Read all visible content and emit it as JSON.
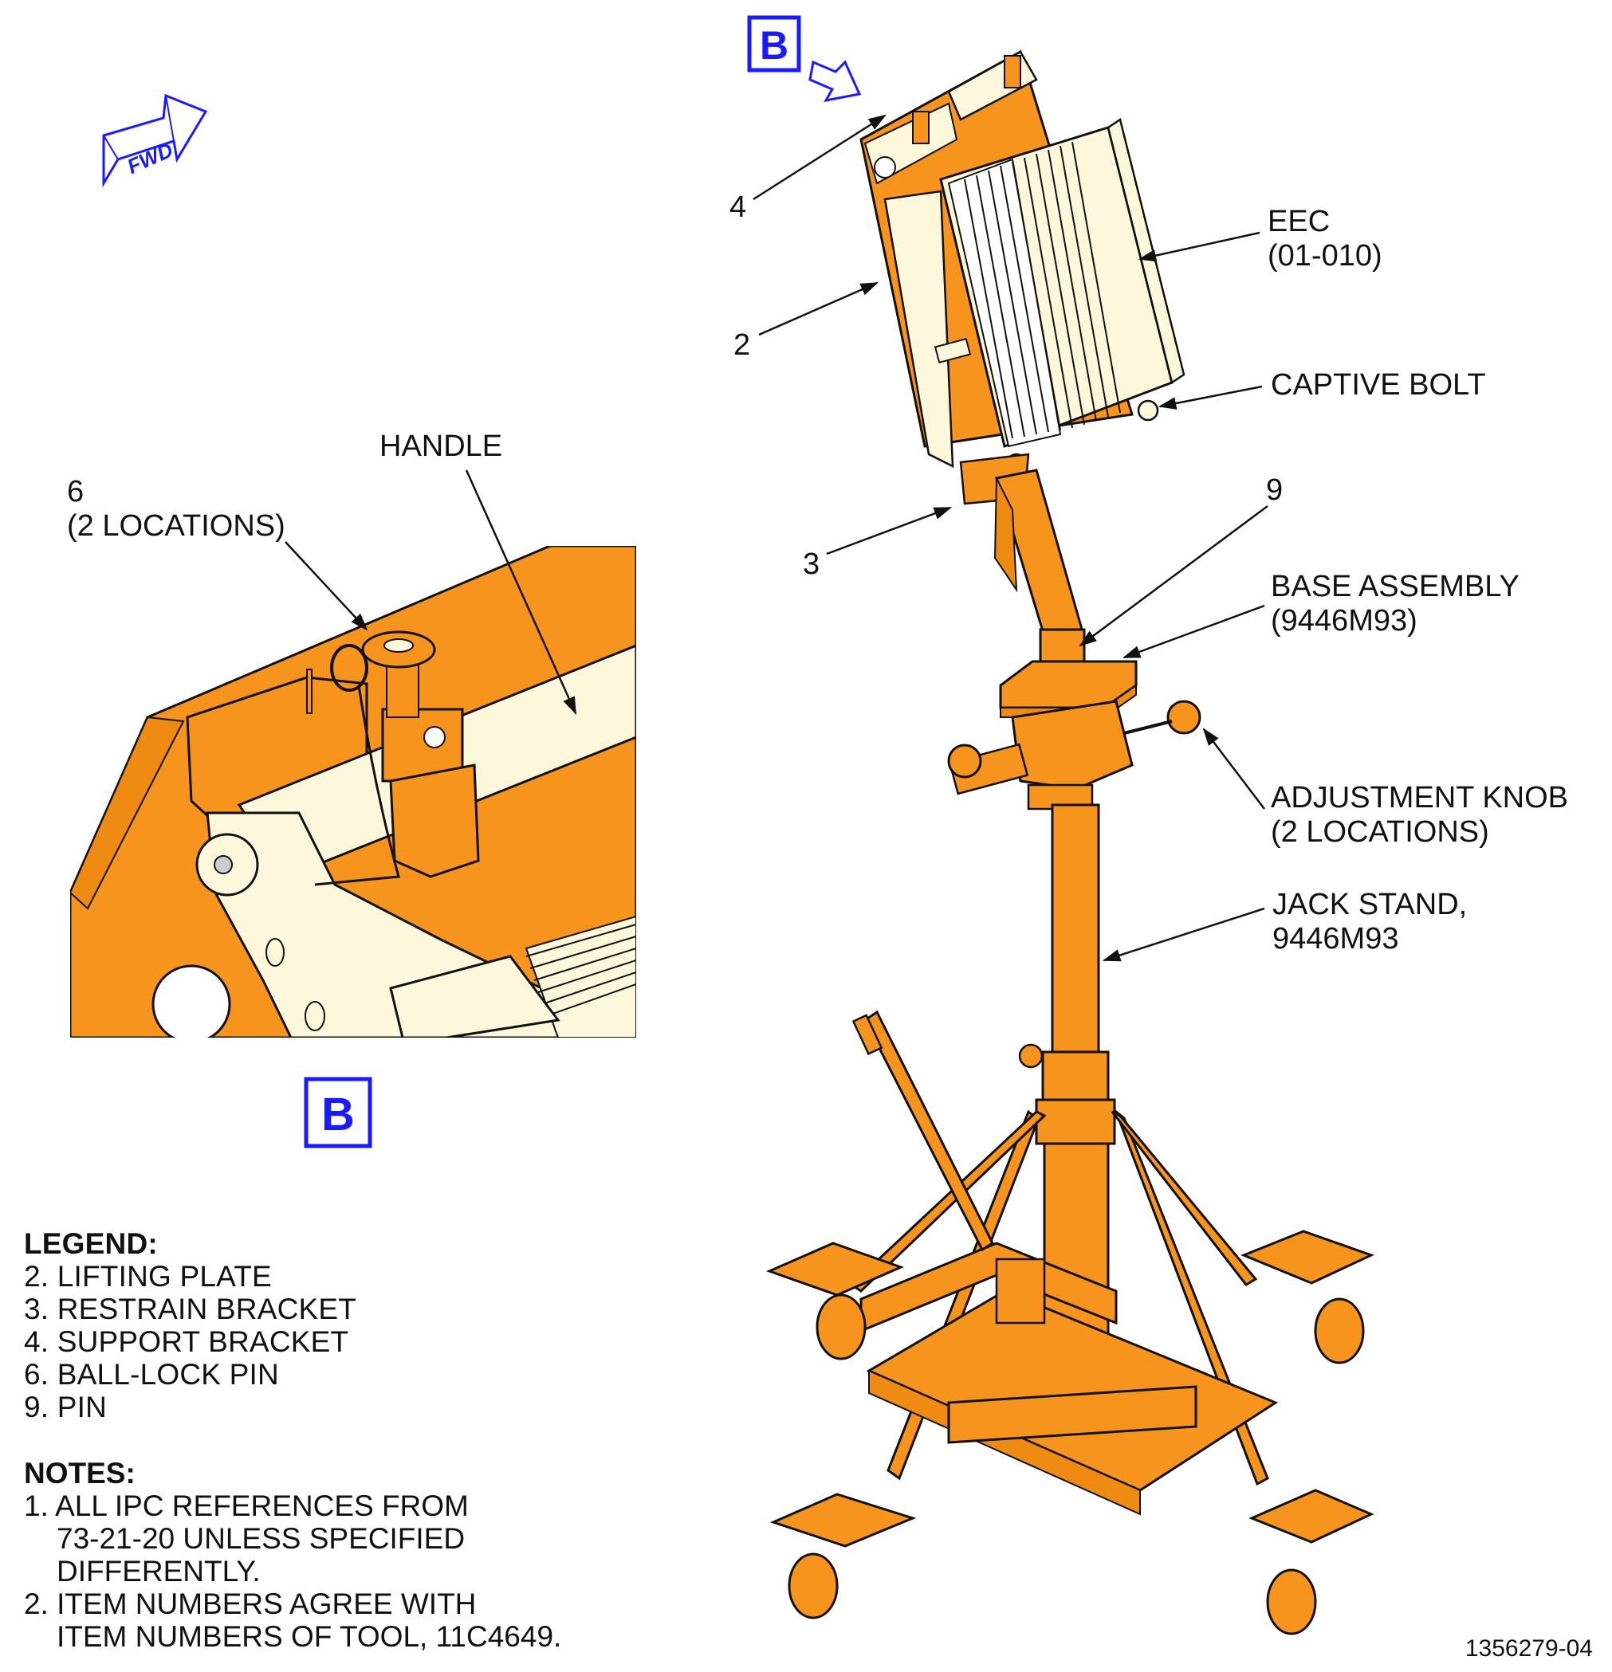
{
  "view_marker": "B",
  "fwd_label": "FWD",
  "callouts": {
    "item4": "4",
    "item2": "2",
    "item3": "3",
    "item9": "9",
    "eec_name": "EEC",
    "eec_ref": "(01-010)",
    "captive_bolt": "CAPTIVE BOLT",
    "base_assembly": "BASE ASSEMBLY",
    "base_assembly_ref": "(9446M93)",
    "adjustment_knob": "ADJUSTMENT KNOB",
    "adjustment_knob_loc": "(2 LOCATIONS)",
    "jack_stand": "JACK STAND,",
    "jack_stand_ref": "9446M93",
    "detail_handle": "HANDLE",
    "detail_item6": "6",
    "detail_item6_loc": "(2 LOCATIONS)"
  },
  "legend": {
    "title": "LEGEND:",
    "items": [
      "2. LIFTING PLATE",
      "3. RESTRAIN BRACKET",
      "4. SUPPORT BRACKET",
      "6. BALL-LOCK PIN",
      "9. PIN"
    ]
  },
  "notes": {
    "title": "NOTES:",
    "items": [
      {
        "first": "1. ALL IPC REFERENCES FROM",
        "rest": [
          "73-21-20 UNLESS SPECIFIED",
          "DIFFERENTLY."
        ]
      },
      {
        "first": "2. ITEM NUMBERS AGREE WITH",
        "rest": [
          "ITEM NUMBERS OF TOOL, 11C4649."
        ]
      }
    ]
  },
  "document_number": "1356279-04",
  "colors": {
    "orange": "#f7941d",
    "cream": "#fdf8dc",
    "marker_blue": "#1a1aff",
    "line": "#111111"
  }
}
